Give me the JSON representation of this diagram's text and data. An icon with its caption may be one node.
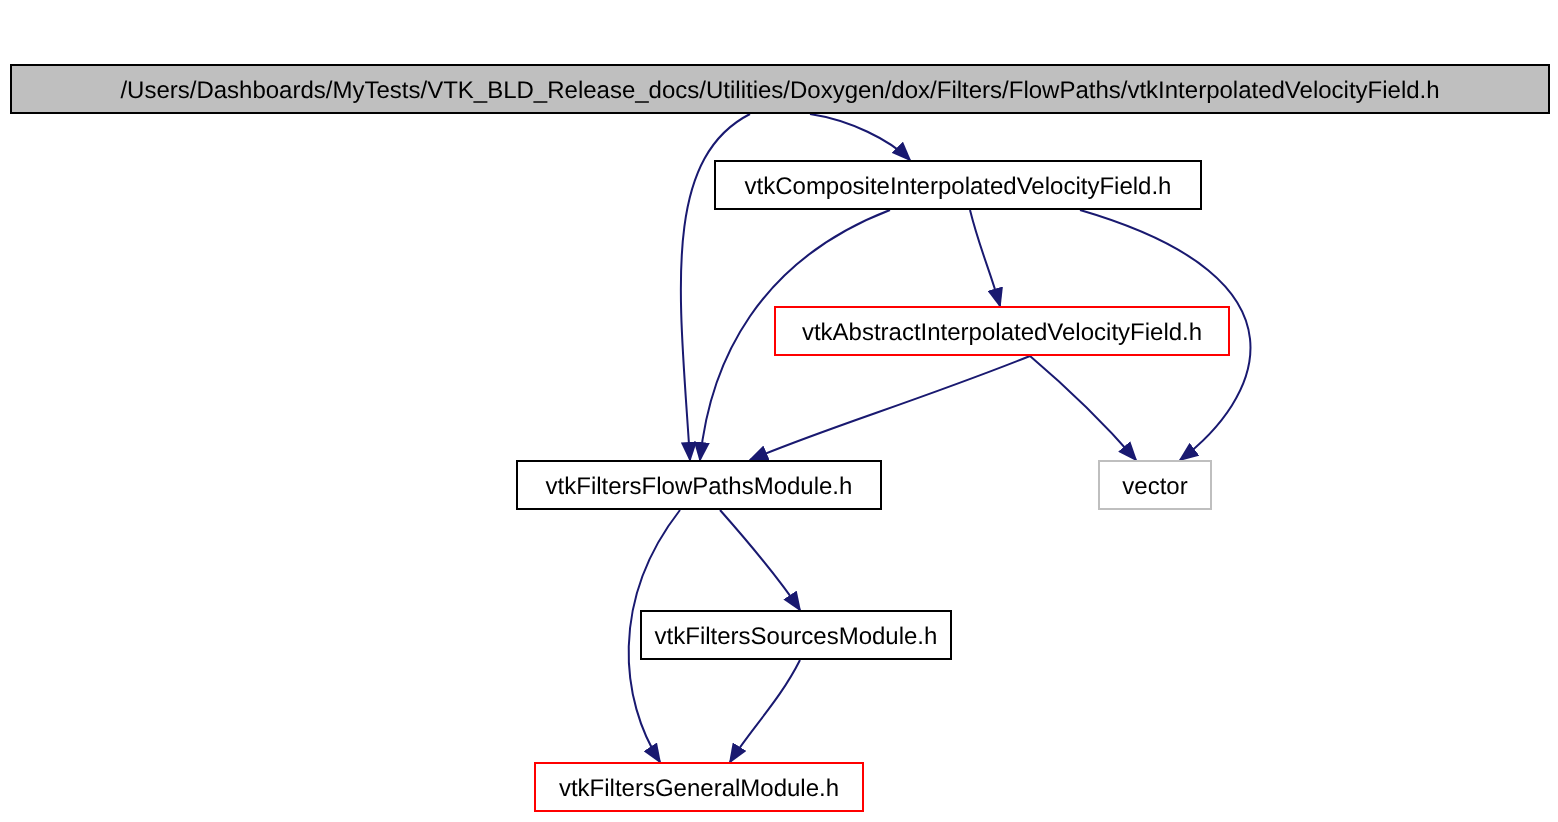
{
  "diagram": {
    "nodes": [
      {
        "text": [
          "/Users/Dashboards/MyTests/VTK_BLD_Release_docs/Utilities/Doxygen/dox/Filters/FlowPaths/vtkInterpolatedVelocityField.h"
        ]
      },
      {
        "text": [
          "vtkCompositeInterpolatedVelocityField.h"
        ]
      },
      {
        "text": [
          "vtkAbstractInterpolatedVelocityField.h"
        ]
      },
      {
        "text": [
          "vtkFiltersFlowPathsModule.h"
        ]
      },
      {
        "text": [
          "vector"
        ]
      },
      {
        "text": [
          "vtkFiltersSourcesModule.h"
        ]
      },
      {
        "text": [
          "vtkFiltersGeneralModule.h"
        ]
      }
    ],
    "edges": [
      {
        "from": 0,
        "to": 1,
        "arrow": "to"
      },
      {
        "from": 0,
        "to": 3,
        "arrow": "to"
      },
      {
        "from": 1,
        "to": 3,
        "arrow": "to"
      },
      {
        "from": 1,
        "to": 2,
        "arrow": "to"
      },
      {
        "from": 1,
        "to": 4,
        "arrow": "to"
      },
      {
        "from": 2,
        "to": 3,
        "arrow": "to"
      },
      {
        "from": 2,
        "to": 4,
        "arrow": "to"
      },
      {
        "from": 3,
        "to": 5,
        "arrow": "to"
      },
      {
        "from": 3,
        "to": 6,
        "arrow": "to"
      },
      {
        "from": 5,
        "to": 6,
        "arrow": "to"
      }
    ]
  }
}
